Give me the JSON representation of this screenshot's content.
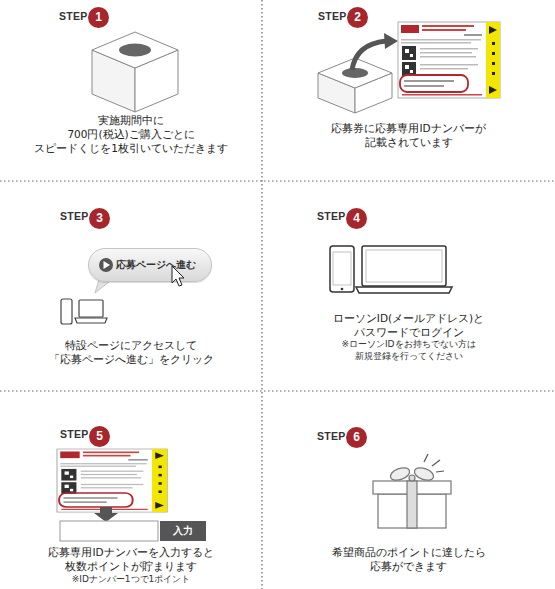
{
  "diagram": {
    "nodes": [
      {
        "text": [
          "STEP",
          "実施期間中に 700円(税込)ご購入ごとに スピードくじを1枚引いていただきます"
        ]
      },
      {
        "text": [
          "1"
        ],
        "in": 0
      },
      {
        "text": [
          "STEP",
          "応募券に応募専用IDナンバーが 記載されています"
        ]
      },
      {
        "text": [
          "2"
        ],
        "in": 2
      },
      {
        "text": [
          "STEP",
          "特設ページにアクセスして 「応募ページへ進む」をクリック"
        ]
      },
      {
        "text": [
          "3"
        ],
        "in": 4
      },
      {
        "text": [
          "応募ページへ進む"
        ],
        "in": 4
      },
      {
        "text": [
          "STEP",
          "ローソンID(メールアドレス)と パスワードでログイン",
          "※ローソンIDをお持ちでない方は 新規登録を行ってください"
        ]
      },
      {
        "text": [
          "4"
        ],
        "in": 7
      },
      {
        "text": [
          "STEP",
          "応募専用IDナンバーを入力すると 枚数ポイントが貯まります",
          "※IDナンバー1つで1ポイント"
        ]
      },
      {
        "text": [
          "5"
        ],
        "in": 9
      },
      {
        "text": [
          "入力"
        ],
        "in": 9
      },
      {
        "text": [
          "STEP",
          "希望商品のポイントに達したら 応募ができます"
        ]
      },
      {
        "text": [
          "6"
        ],
        "in": 12
      }
    ]
  }
}
